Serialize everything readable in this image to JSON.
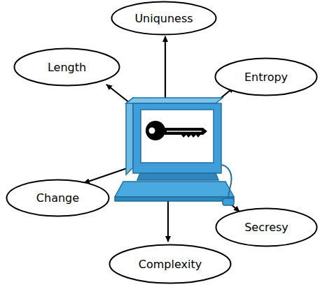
{
  "diagram": {
    "nodes": [
      {
        "text": [
          "Uniquness"
        ]
      },
      {
        "text": [
          "Length"
        ]
      },
      {
        "text": [
          "Entropy"
        ]
      },
      {
        "text": [
          "Change"
        ]
      },
      {
        "text": [
          "Secresy"
        ]
      },
      {
        "text": [
          "Complexity"
        ]
      }
    ]
  }
}
